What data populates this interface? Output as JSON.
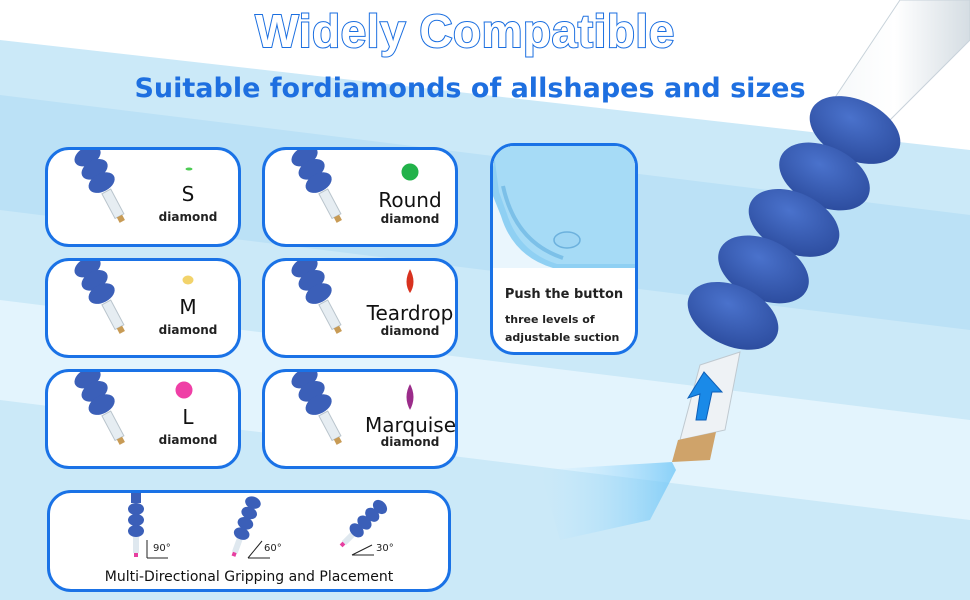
{
  "headline": "Widely Compatible",
  "subline": "Suitable fordiamonds of allshapes and sizes",
  "cards": [
    {
      "size": "S",
      "word": "diamond",
      "gem_color": "#4ccb53"
    },
    {
      "size": "Round",
      "word": "diamond",
      "gem_color": "#22b24a"
    },
    {
      "size": "M",
      "word": "diamond",
      "gem_color": "#f2d36b"
    },
    {
      "size": "Teardrop",
      "word": "diamond",
      "gem_color": "#d8321f"
    },
    {
      "size": "L",
      "word": "diamond",
      "gem_color": "#ef3fa6"
    },
    {
      "size": "Marquise",
      "word": "diamond",
      "gem_color": "#9b2c8a"
    }
  ],
  "button_card": {
    "title": "Push the button",
    "detail": "three levels of adjustable suction"
  },
  "angles": {
    "labels": [
      "90°",
      "60°",
      "30°"
    ],
    "caption": "Multi-Directional Gripping and Placement"
  },
  "colors": {
    "accent": "#1a72e6",
    "foam": "#3b5fb8",
    "light_blue": "#bfe3f7",
    "sky": "#d7eefb"
  }
}
